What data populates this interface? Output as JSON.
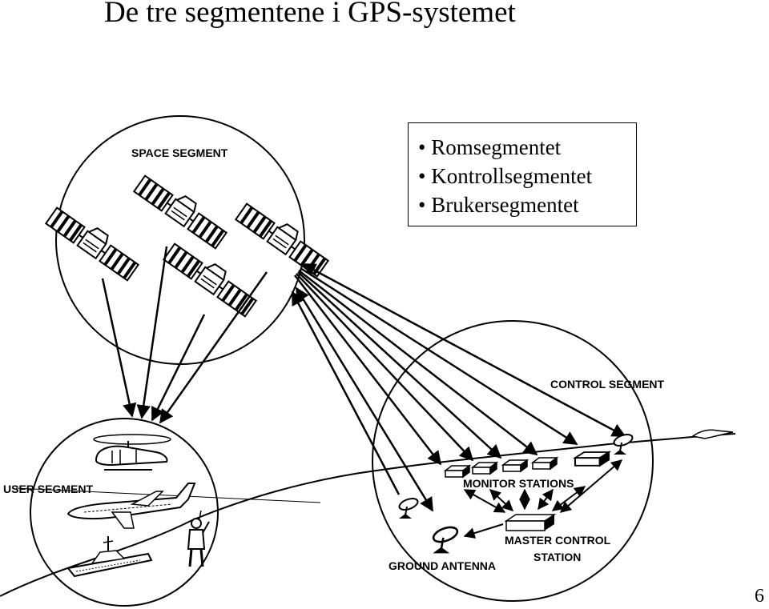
{
  "title": "De tre segmentene i GPS-systemet",
  "bullets": [
    "Romsegmentet",
    "Kontrollsegmentet",
    "Brukersegmentet"
  ],
  "bullet_symbol": "•",
  "labels": {
    "space_segment": "SPACE SEGMENT",
    "control_segment": "CONTROL SEGMENT",
    "user_segment": "USER SEGMENT",
    "monitor_stations": "MONITOR STATIONS",
    "master_control_line1": "MASTER CONTROL",
    "master_control_line2": "STATION",
    "ground_antenna": "GROUND ANTENNA"
  },
  "page_number": "6"
}
